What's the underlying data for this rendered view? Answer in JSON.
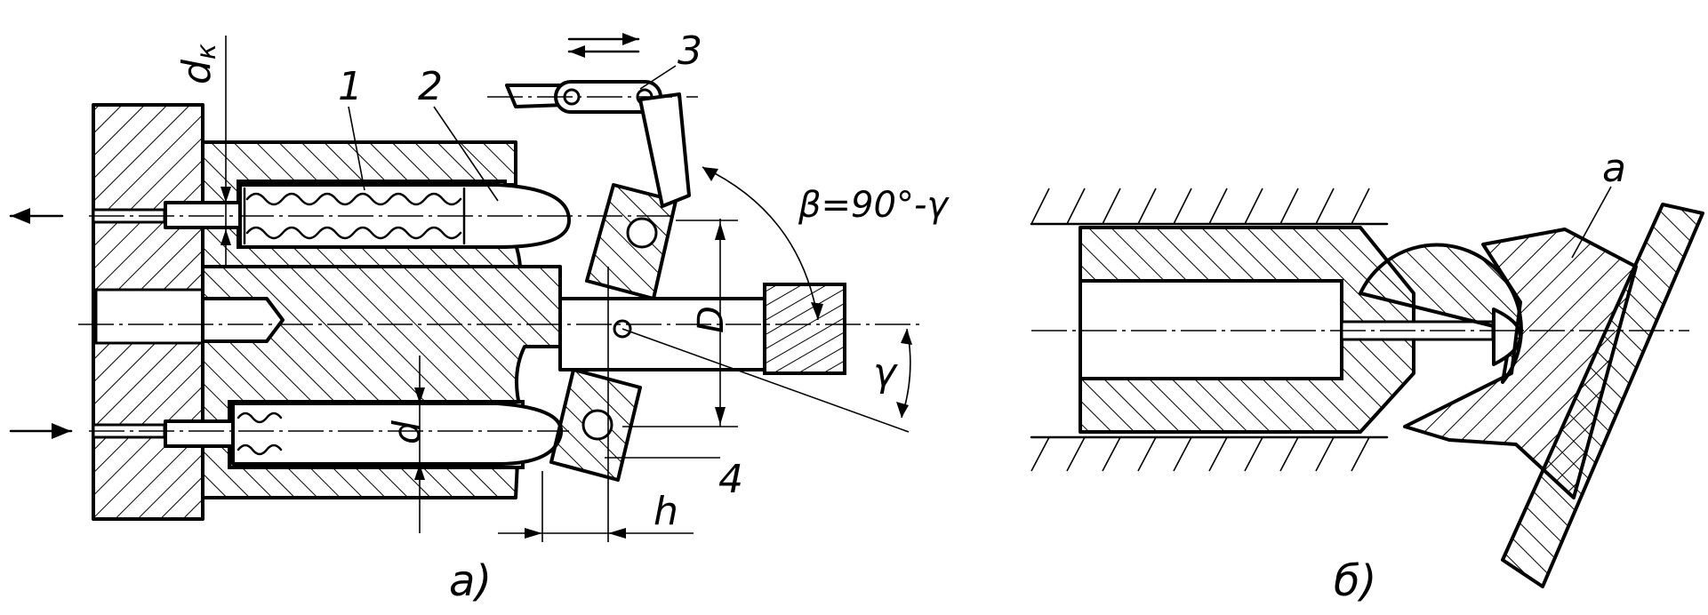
{
  "figure": {
    "labels": {
      "dk": "d",
      "dk_sub": "к",
      "part1": "1",
      "part2": "2",
      "part3": "3",
      "part4": "4",
      "beta": "β=90°-γ",
      "D": "D",
      "gamma": "γ",
      "d": "d",
      "h": "h",
      "a": "a"
    },
    "captions": {
      "left": "а)",
      "right": "б)"
    }
  }
}
